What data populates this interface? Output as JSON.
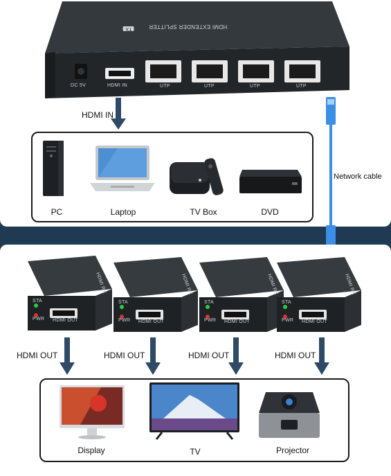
{
  "splitter": {
    "top_text": "HDMI EXTENDER SPLITTER",
    "tx_badge": "TX",
    "ports": [
      "DC 5V",
      "HDMI IN",
      "UTP",
      "UTP",
      "UTP",
      "UTP"
    ]
  },
  "arrows": {
    "hdmi_in": "HDMI IN",
    "network_cable": "Network cable",
    "hdmi_out": [
      "HDMI OUT",
      "HDMI OUT",
      "HDMI OUT",
      "HDMI OUT"
    ]
  },
  "sources": [
    "PC",
    "Laptop",
    "TV Box",
    "DVD"
  ],
  "receiver": {
    "sta": "STA",
    "pwr": "PWR",
    "port": "HDMI OUT",
    "side_text": "HDMI RX"
  },
  "outputs": [
    "Display",
    "TV",
    "Projector"
  ],
  "colors": {
    "background": "#1f3a52",
    "device_body": "#2b2f33",
    "cable": "#3b8fe6",
    "arrow": "#2e4a66",
    "led_green": "#2ecc40",
    "led_red": "#e0322a"
  }
}
